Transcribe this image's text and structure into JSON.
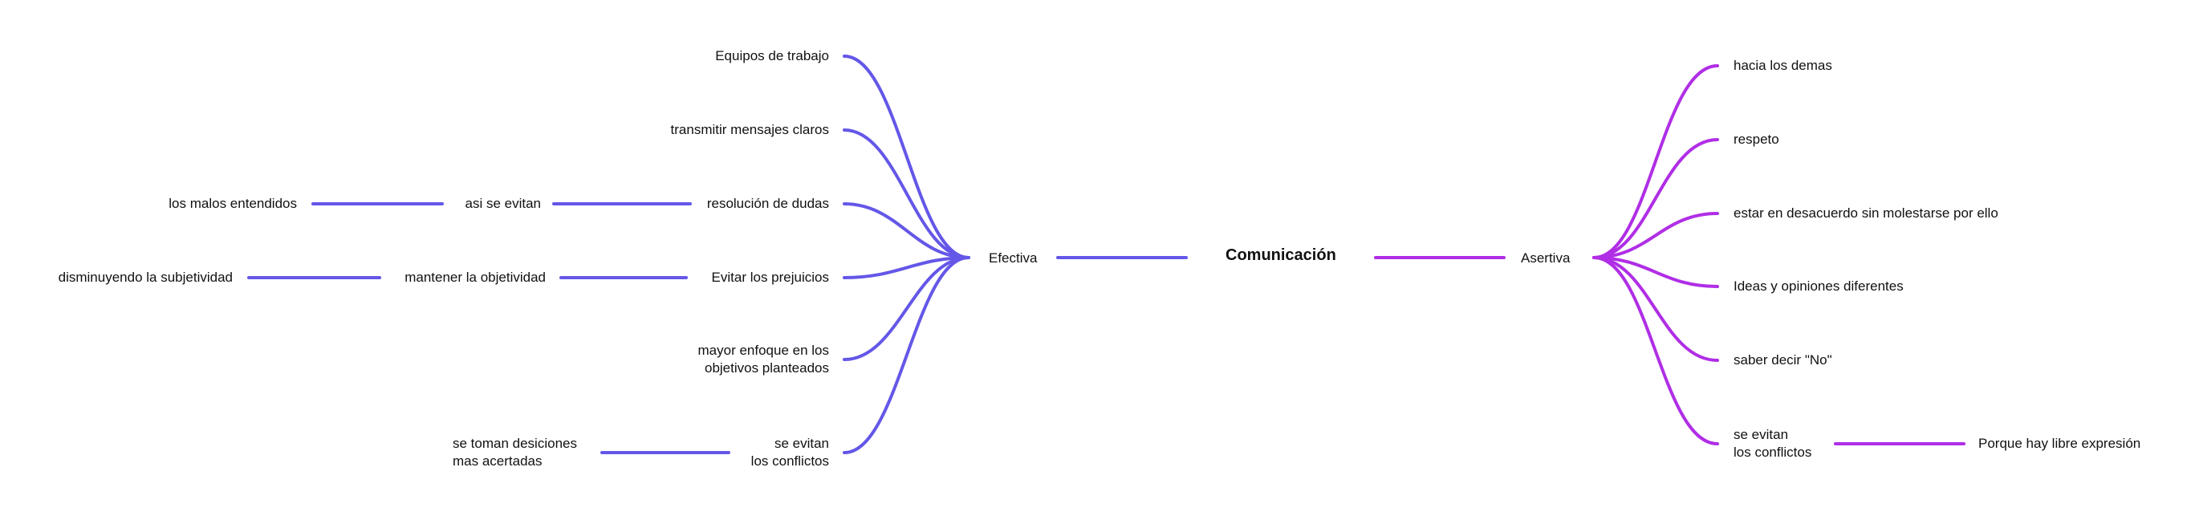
{
  "root": "Comunicación",
  "colors": {
    "left": "#6457e8",
    "right": "#b02ee6"
  },
  "left": {
    "label": "Efectiva",
    "children": [
      {
        "text": [
          "Equipos de trabajo"
        ]
      },
      {
        "text": [
          "transmitir mensajes claros"
        ]
      },
      {
        "text": [
          "resolución de dudas"
        ],
        "chain": [
          [
            "asi se evitan"
          ],
          [
            "los malos entendidos"
          ]
        ]
      },
      {
        "text": [
          "Evitar los prejuicios"
        ],
        "chain": [
          [
            "mantener la objetividad"
          ],
          [
            "disminuyendo la subjetividad"
          ]
        ]
      },
      {
        "text": [
          "mayor enfoque en los",
          "objetivos planteados"
        ]
      },
      {
        "text": [
          "se evitan",
          "los conflictos"
        ],
        "chain": [
          [
            "se toman desiciones",
            "mas acertadas"
          ]
        ]
      }
    ]
  },
  "right": {
    "label": "Asertiva",
    "children": [
      {
        "text": [
          "hacia los demas"
        ]
      },
      {
        "text": [
          "respeto"
        ]
      },
      {
        "text": [
          "estar en desacuerdo sin molestarse por ello"
        ]
      },
      {
        "text": [
          "Ideas y opiniones diferentes"
        ]
      },
      {
        "text": [
          "saber decir \"No\""
        ]
      },
      {
        "text": [
          "se evitan",
          "los conflictos"
        ],
        "chain": [
          [
            "Porque hay libre expresión"
          ]
        ]
      }
    ]
  }
}
